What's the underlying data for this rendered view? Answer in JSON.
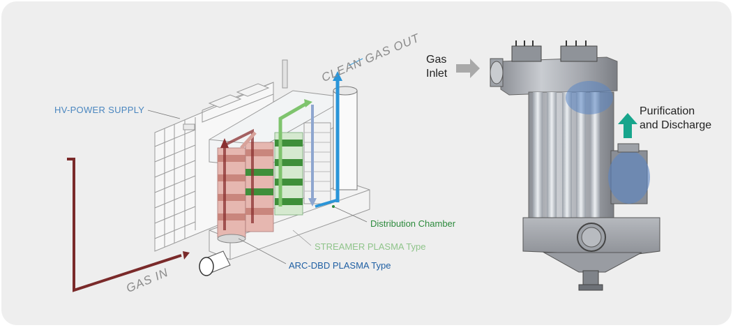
{
  "labels": {
    "hv_power_supply": "HV-POWER SUPPLY",
    "distribution_chamber": "Distribution Chamber",
    "streamer_plasma": "STREAMER PLASMA Type",
    "arc_dbd_plasma": "ARC-DBD PLASMA Type",
    "gas_in": "GAS IN",
    "clean_gas_out": "CLEAN GAS OUT",
    "gas_inlet_line1": "Gas",
    "gas_inlet_line2": "Inlet",
    "purification_line1": "Purification",
    "purification_line2": "and Discharge"
  },
  "colors": {
    "background": "#eeeeee",
    "gas_in_arrow": "#7a2a2a",
    "arc_arrow": "#c98a84",
    "streamer_arrow": "#7fc46e",
    "clean_out_arrow": "#2a95d8",
    "purification_arrow": "#17a58c",
    "inlet_arrow": "#a9a9a9"
  }
}
